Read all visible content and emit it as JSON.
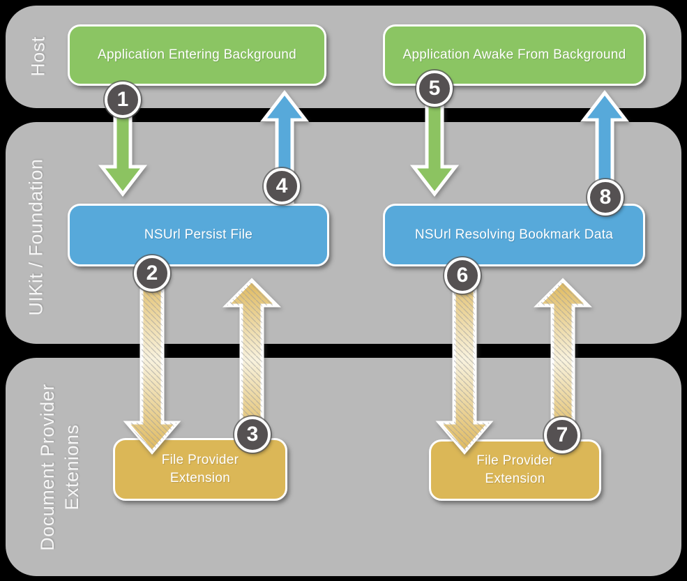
{
  "bands": [
    {
      "label": "Host"
    },
    {
      "label": "UIKit / Foundation"
    },
    {
      "label_line1": "Document Provider",
      "label_line2": "Extenions"
    }
  ],
  "boxes": {
    "app_entering_background": "Application Entering Background",
    "app_awake_from_background": "Application Awake From Background",
    "nsurl_persist_file": "NSUrl Persist File",
    "nsurl_resolving_bookmark_data": "NSUrl Resolving Bookmark Data",
    "file_provider_left_line1": "File Provider",
    "file_provider_left_line2": "Extension",
    "file_provider_right_line1": "File Provider",
    "file_provider_right_line2": "Extension"
  },
  "badges": [
    "1",
    "2",
    "3",
    "4",
    "5",
    "6",
    "7",
    "8"
  ],
  "colors": {
    "background": "#000000",
    "band_gray": "#B9B9B9",
    "box_green": "#8BC563",
    "box_blue": "#57A9DA",
    "box_tan": "#DBB757",
    "arrow_green": "#8CC361",
    "arrow_blue": "#57A9DA",
    "arrow_tan_edge": "#DFB95D",
    "arrow_tan_mid": "#F8F2DE",
    "badge_fill": "#555152",
    "outline_white": "#FFFFFF"
  }
}
